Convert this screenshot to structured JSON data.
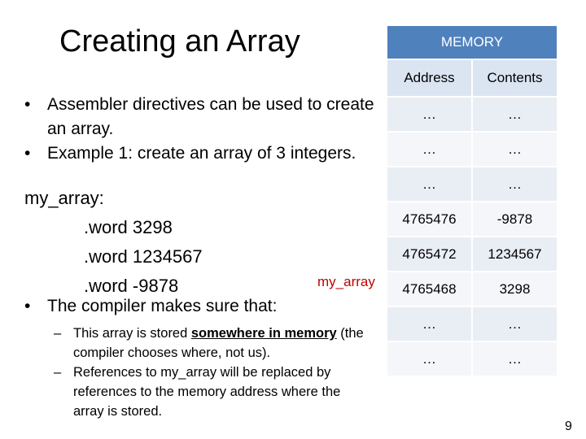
{
  "slide": {
    "title": "Creating an Array",
    "bullets": [
      "Assembler directives can be used to create an array.",
      "Example 1: create an array of 3 integers."
    ],
    "code": [
      "my_array:",
      ".word 3298",
      ".word 1234567",
      ".word -9878"
    ],
    "bullet3": "The compiler makes sure that:",
    "sub_bullets": [
      {
        "pre": "This array is stored ",
        "emph": "somewhere in memory",
        "post": " (the compiler chooses where, not us)."
      },
      {
        "pre": "References to my_array will be replaced by references to the memory address where the array is stored.",
        "emph": "",
        "post": ""
      }
    ],
    "pointer_label": "my_array",
    "page_number": "9",
    "bullet_glyph": "•",
    "dash_glyph": "–"
  },
  "memory_table": {
    "header": "MEMORY",
    "columns": [
      "Address",
      "Contents"
    ],
    "rows": [
      [
        "…",
        "…"
      ],
      [
        "…",
        "…"
      ],
      [
        "…",
        "…"
      ],
      [
        "4765476",
        "-9878"
      ],
      [
        "4765472",
        "1234567"
      ],
      [
        "4765468",
        "3298"
      ],
      [
        "…",
        "…"
      ],
      [
        "…",
        "…"
      ]
    ]
  },
  "colors": {
    "header_bg": "#4f81bd",
    "pointer_text": "#c00000"
  }
}
